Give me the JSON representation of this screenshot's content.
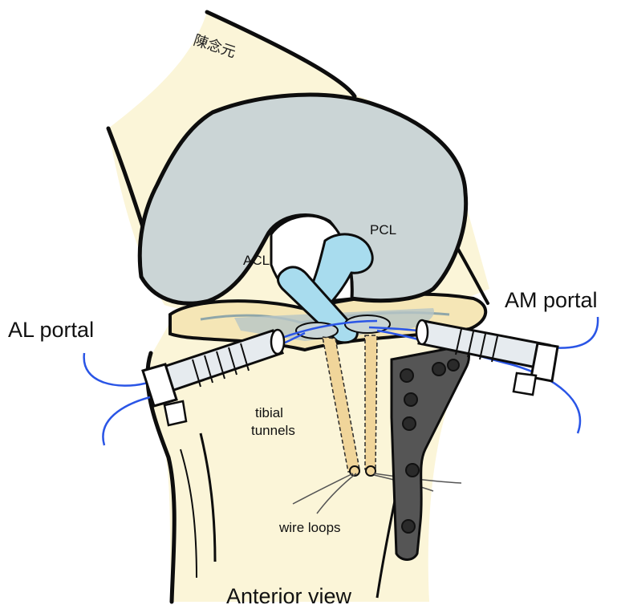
{
  "labels": {
    "pcl": "PCL",
    "acl": "ACL",
    "al_portal": "AL portal",
    "am_portal": "AM portal",
    "tibial_tunnels_line1": "tibial",
    "tibial_tunnels_line2": "tunnels",
    "wire_loops": "wire loops",
    "view": "Anterior view"
  },
  "signature": "陳念元",
  "colors": {
    "bone": "#fbf5d8",
    "cartilage": "#cbd5d6",
    "ligament": "#a8dcee",
    "tunnel": "#f0d59a",
    "plate": "#555555",
    "suture": "#2a55e6",
    "outline": "#0d0d0d"
  }
}
